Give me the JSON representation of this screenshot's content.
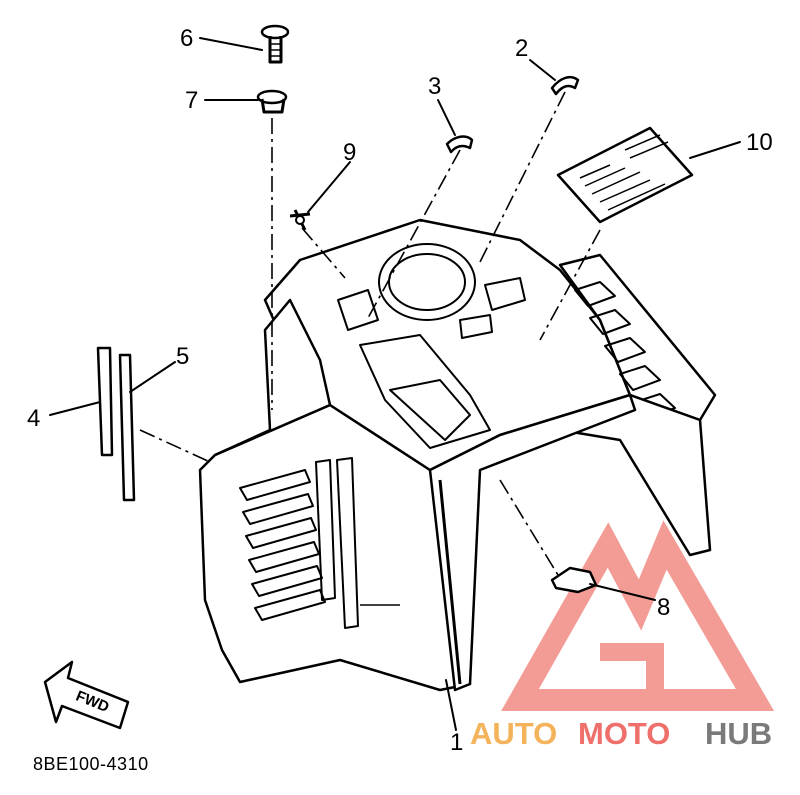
{
  "diagram": {
    "part_numbers": {
      "p1": "1",
      "p2": "2",
      "p3": "3",
      "p4": "4",
      "p5": "5",
      "p6": "6",
      "p7": "7",
      "p8": "8",
      "p9": "9",
      "p10": "10"
    },
    "drawing_code": "8BE100-4310",
    "direction_arrow": "FWD"
  },
  "watermark": {
    "text_auto": "AUTO",
    "text_moto": "MOTO",
    "text_hub": "HUB",
    "colors": {
      "auto": "#f4b25a",
      "moto": "#ef6f6a",
      "hub": "#7a7a7a",
      "logo": "#f28b84"
    }
  }
}
